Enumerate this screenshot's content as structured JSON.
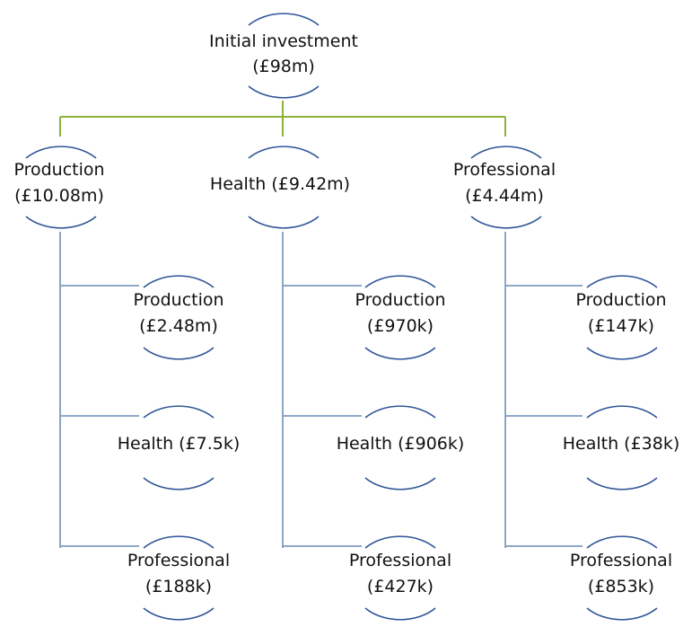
{
  "colors": {
    "arc": "#2f5597",
    "tree_line": "#7f9cc0",
    "root_connector": "#8db33a",
    "text": "#111111"
  },
  "root": {
    "line1": "Initial investment",
    "line2": "(£98m)"
  },
  "branches": [
    {
      "line1": "Production",
      "line2": "(£10.08m)",
      "children": [
        {
          "line1": "Production",
          "line2": "(£2.48m)"
        },
        {
          "line1": "Health (£7.5k)"
        },
        {
          "line1": "Professional",
          "line2": "(£188k)"
        }
      ]
    },
    {
      "line1": "Health (£9.42m)",
      "children": [
        {
          "line1": "Production",
          "line2": "(£970k)"
        },
        {
          "line1": "Health (£906k)"
        },
        {
          "line1": "Professional",
          "line2": "(£427k)"
        }
      ]
    },
    {
      "line1": "Professional",
      "line2": "(£4.44m)",
      "children": [
        {
          "line1": "Production",
          "line2": "(£147k)"
        },
        {
          "line1": "Health (£38k)"
        },
        {
          "line1": "Professional",
          "line2": "(£853k)"
        }
      ]
    }
  ]
}
